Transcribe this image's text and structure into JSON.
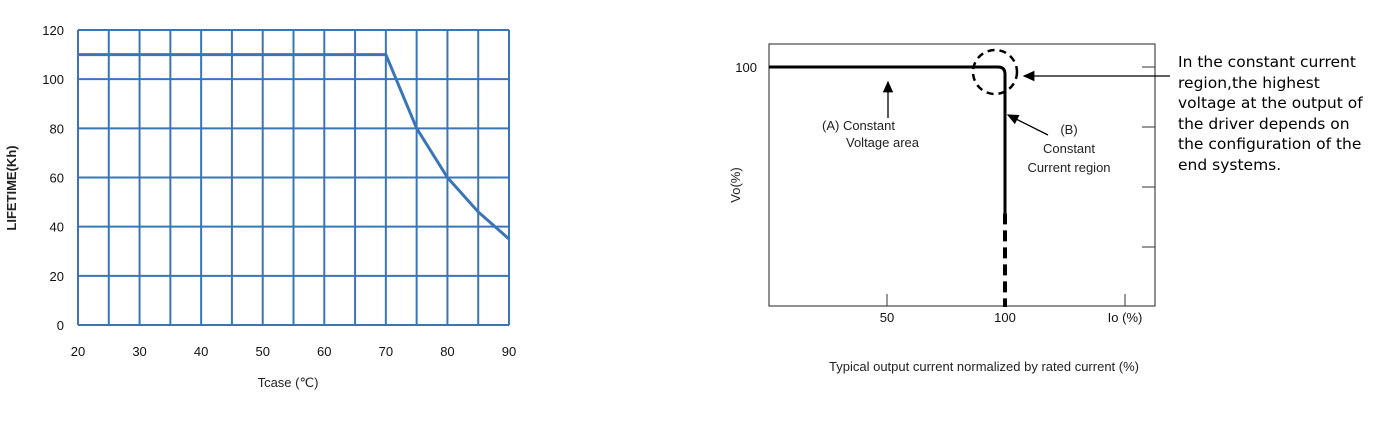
{
  "chart_data": [
    {
      "type": "line",
      "title": "",
      "xlabel": "Tcase (℃)",
      "ylabel": "LIFETIME(Kh)",
      "xlim": [
        20,
        90
      ],
      "ylim": [
        0,
        120
      ],
      "x_ticks": [
        20,
        30,
        40,
        50,
        60,
        70,
        80,
        90
      ],
      "y_ticks": [
        0,
        20,
        40,
        60,
        80,
        100,
        120
      ],
      "x_minor_step": 5,
      "grid": true,
      "line_color": "#3a75b8",
      "grid_color": "#3a75b8",
      "series": [
        {
          "x": [
            20,
            70,
            75,
            80,
            85,
            90
          ],
          "y": [
            110,
            110,
            80,
            60,
            46,
            35
          ]
        }
      ]
    },
    {
      "type": "line",
      "title": "",
      "xlabel": "Typical output current normalized by rated current (%)",
      "ylabel": "Vo(%)",
      "x_axis_unit_label": "Io (%)",
      "x_ticks": [
        50,
        100
      ],
      "y_ticks": [
        100
      ],
      "grid": false,
      "series": [
        {
          "style": "solid",
          "x": [
            0,
            97,
            100,
            100
          ],
          "y": [
            100,
            100,
            97,
            39
          ]
        },
        {
          "style": "dashed",
          "x": [
            100,
            100
          ],
          "y": [
            39,
            0
          ]
        }
      ],
      "annotations": [
        {
          "id": "a",
          "line1": "(A)   Constant",
          "line2": "Voltage area"
        },
        {
          "id": "b",
          "line1": "(B)",
          "line2": "Constant",
          "line3": "Current region"
        }
      ],
      "side_note": [
        "In the constant current",
        "region,the highest",
        "voltage at the output of",
        "the driver depends on",
        "the configuration of the",
        "end systems."
      ]
    }
  ]
}
